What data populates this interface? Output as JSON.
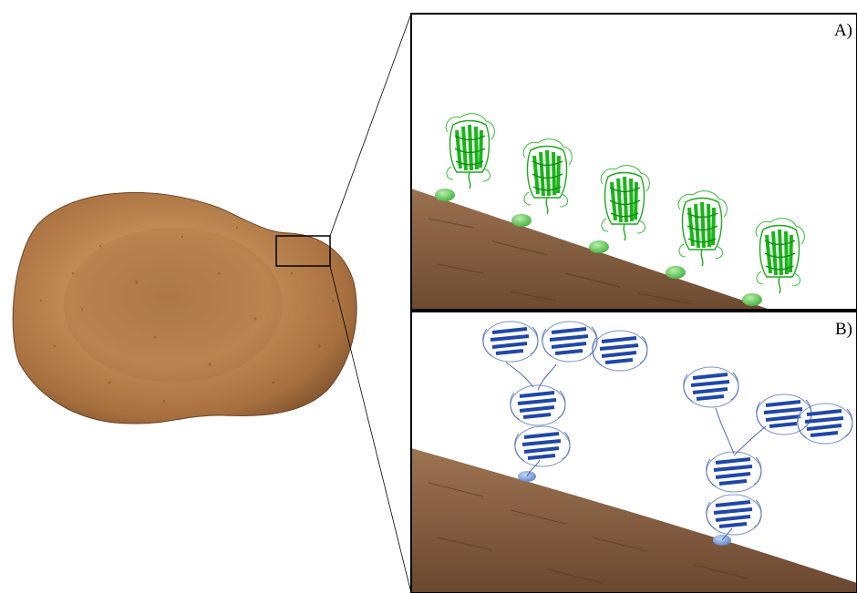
{
  "figure": {
    "panels": [
      {
        "id": "A",
        "label": "A)",
        "protein": "green-fluorescent-protein",
        "protein_color": "#1faa1f",
        "count": 5
      },
      {
        "id": "B",
        "label": "B)",
        "protein": "antibody",
        "protein_color": "#1c3f9e",
        "count": 2
      }
    ],
    "particle_color": "#b8834e",
    "surface_color": "#8a6240"
  }
}
